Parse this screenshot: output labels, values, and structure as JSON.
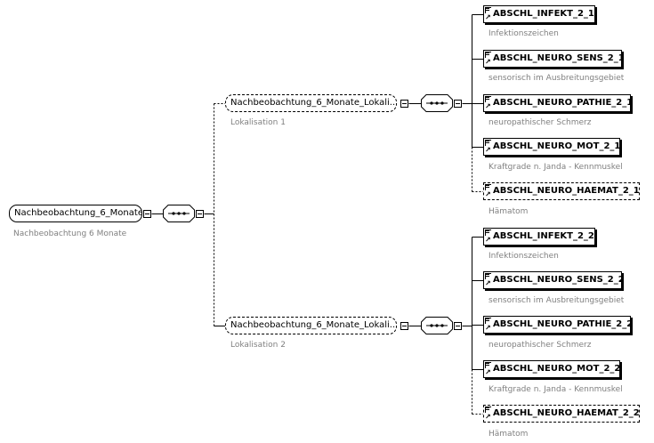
{
  "root": {
    "label": "Nachbeobachtung_6_Monate",
    "caption": "Nachbeobachtung 6 Monate"
  },
  "groups": [
    {
      "label": "Nachbeobachtung_6_Monate_Lokali...",
      "caption": "Lokalisation 1",
      "children": [
        {
          "label": "ABSCHL_INFEKT_2_1",
          "caption": "Infektionszeichen",
          "optional": false
        },
        {
          "label": "ABSCHL_NEURO_SENS_2_1",
          "caption": "sensorisch im Ausbreitungsgebiet",
          "optional": false
        },
        {
          "label": "ABSCHL_NEURO_PATHIE_2_1",
          "caption": "neuropathischer Schmerz",
          "optional": false
        },
        {
          "label": "ABSCHL_NEURO_MOT_2_1",
          "caption": "Kraftgrade n. Janda - Kennmuskel",
          "optional": false
        },
        {
          "label": "ABSCHL_NEURO_HAEMAT_2_1",
          "caption": "Hämatom",
          "optional": true
        }
      ]
    },
    {
      "label": "Nachbeobachtung_6_Monate_Lokali...",
      "caption": "Lokalisation 2",
      "children": [
        {
          "label": "ABSCHL_INFEKT_2_2",
          "caption": "Infektionszeichen",
          "optional": false
        },
        {
          "label": "ABSCHL_NEURO_SENS_2_2",
          "caption": "sensorisch im Ausbreitungsgebiet",
          "optional": false
        },
        {
          "label": "ABSCHL_NEURO_PATHIE_2_2",
          "caption": "neuropathischer Schmerz",
          "optional": false
        },
        {
          "label": "ABSCHL_NEURO_MOT_2_2",
          "caption": "Kraftgrade n. Janda - Kennmuskel",
          "optional": false
        },
        {
          "label": "ABSCHL_NEURO_HAEMAT_2_2",
          "caption": "Hämatom",
          "optional": true
        }
      ]
    }
  ]
}
